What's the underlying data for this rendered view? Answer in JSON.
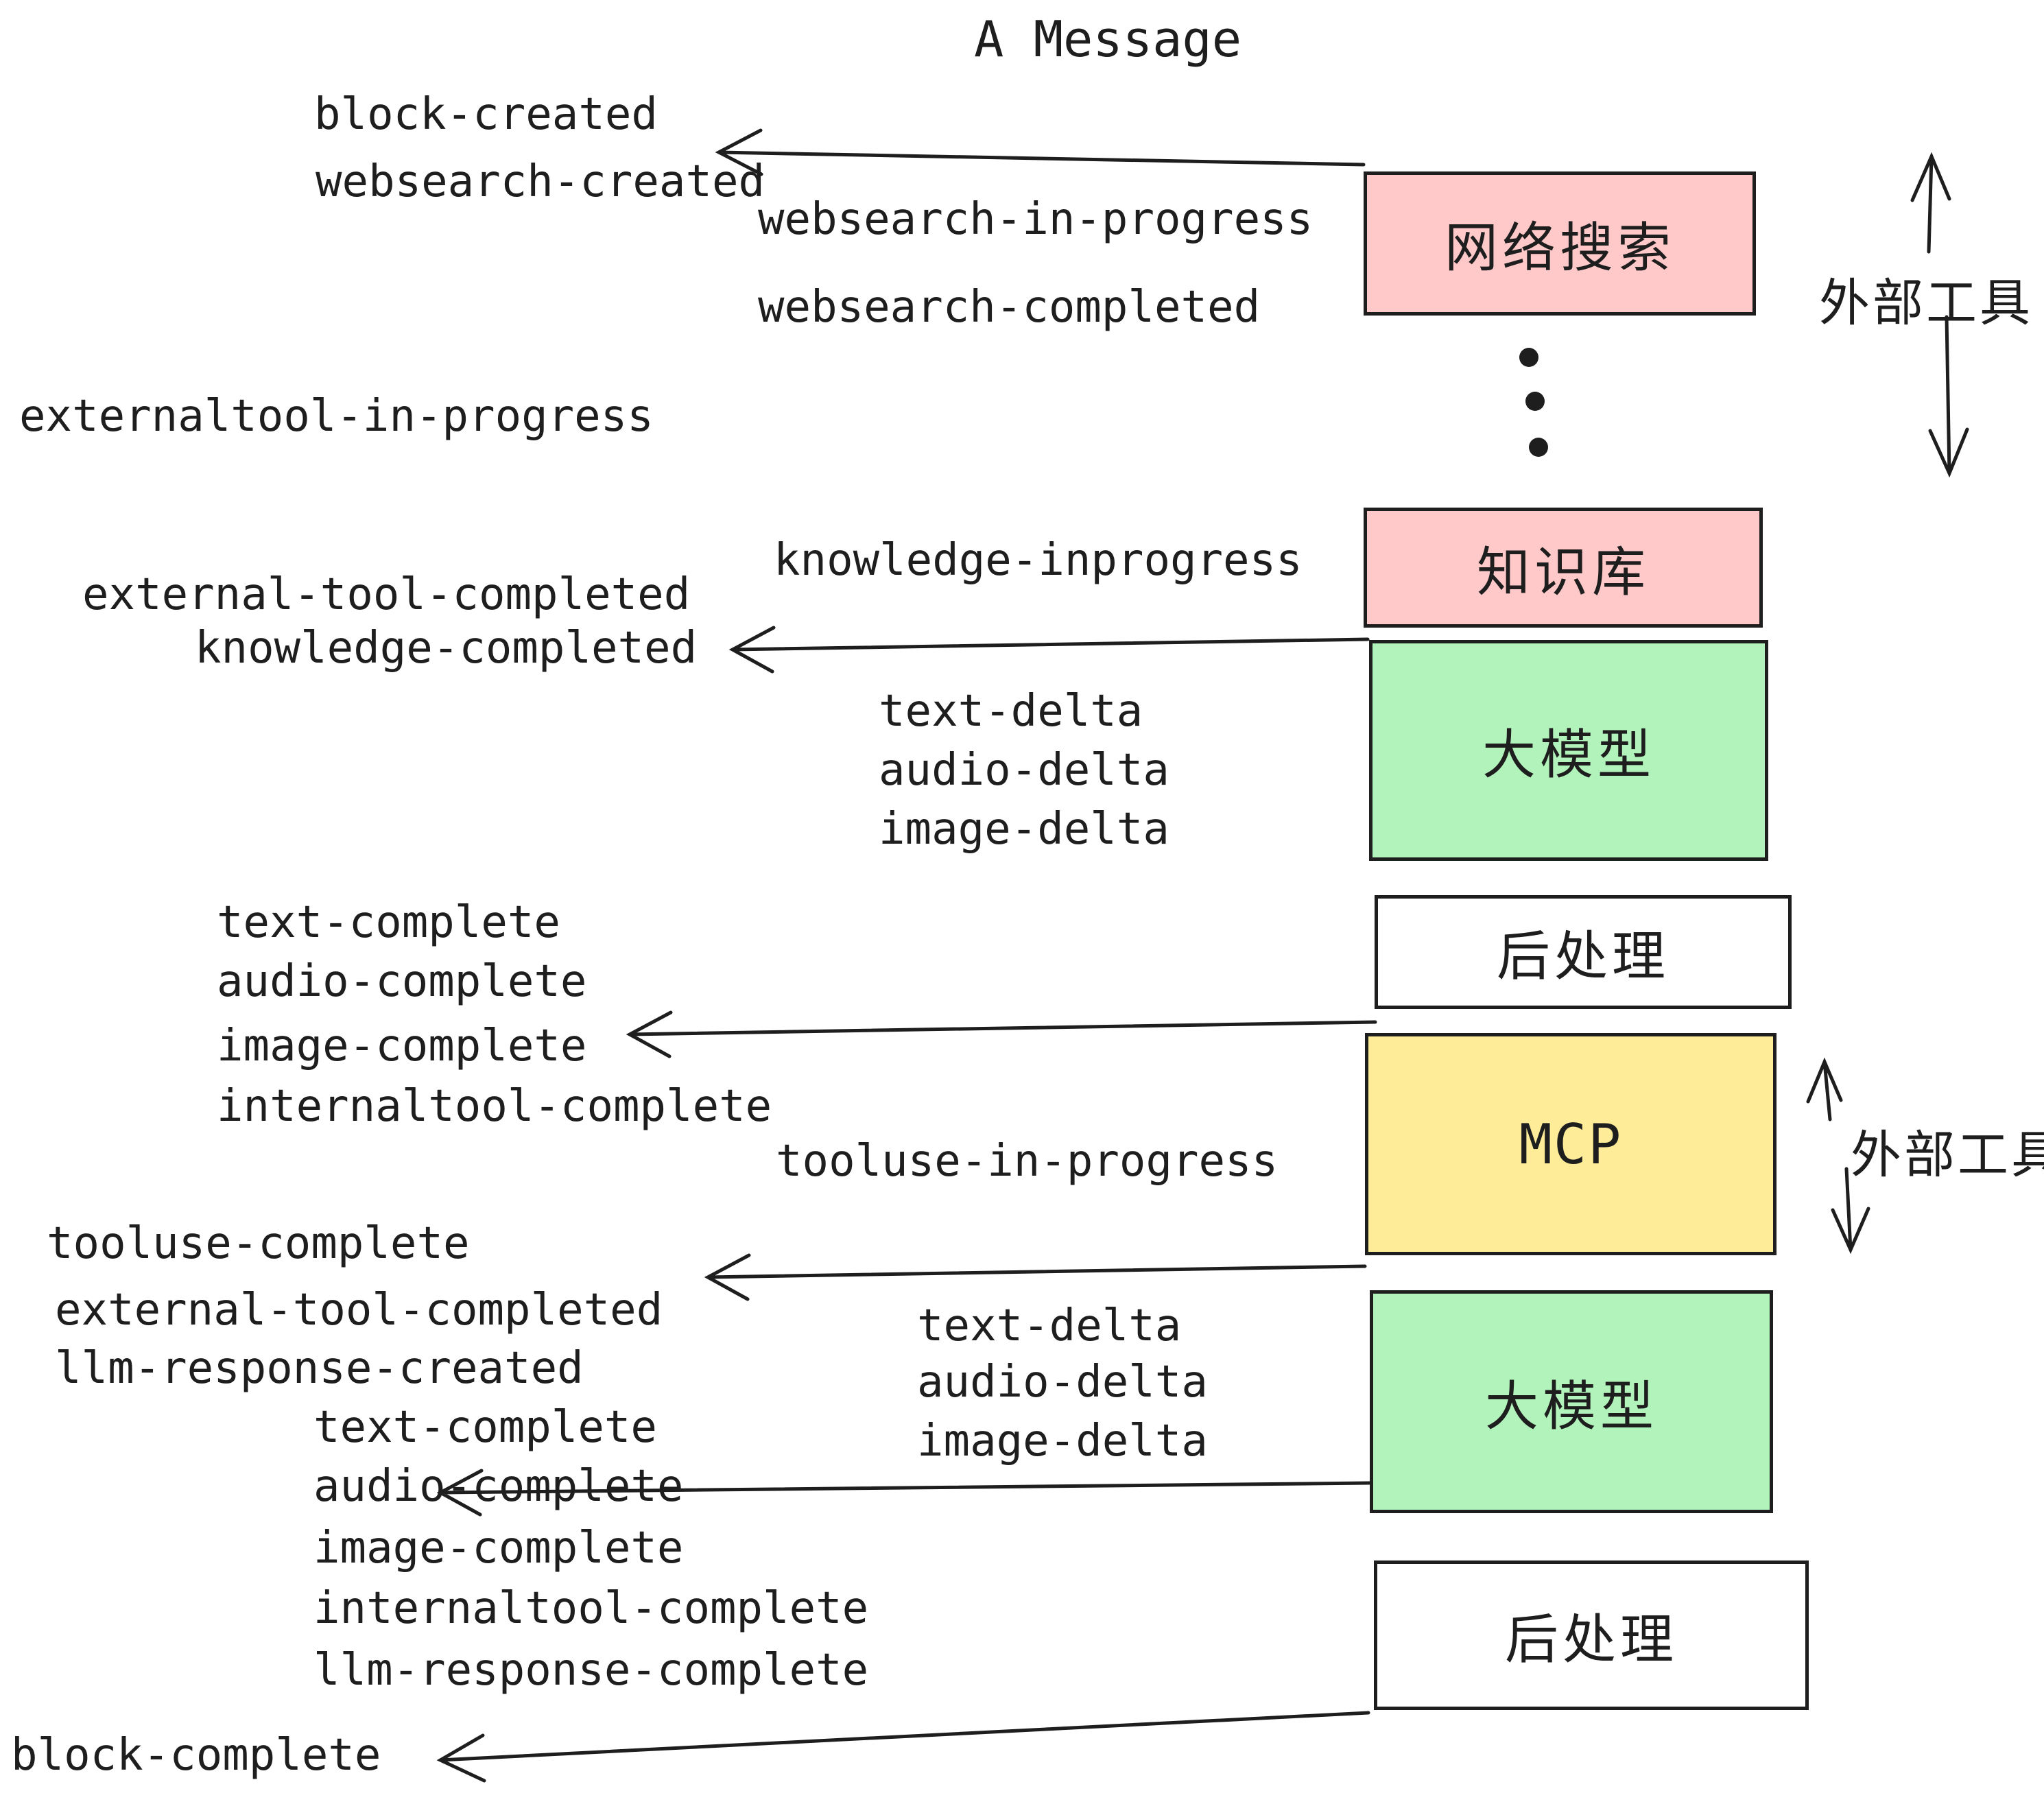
{
  "title": "A Message",
  "events": {
    "block_created": "block-created",
    "websearch_created": "websearch-created",
    "websearch_in_progress": "websearch-in-progress",
    "websearch_completed": "websearch-completed",
    "externaltool_in_progress": "externaltool-in-progress",
    "external_tool_completed": "external-tool-completed",
    "knowledge_completed": "knowledge-completed",
    "knowledge_inprogress": "knowledge-inprogress",
    "delta1": [
      "text-delta",
      "audio-delta",
      "image-delta"
    ],
    "complete1": [
      "text-complete",
      "audio-complete",
      "image-complete",
      "internaltool-complete"
    ],
    "tooluse_in_progress": "tooluse-in-progress",
    "tooluse_complete": "tooluse-complete",
    "external_tool_completed2": "external-tool-completed",
    "llm_response_created": "llm-response-created",
    "delta2": [
      "text-delta",
      "audio-delta",
      "image-delta"
    ],
    "complete2": [
      "text-complete",
      "audio-complete",
      "image-complete",
      "internaltool-complete",
      "llm-response-complete"
    ],
    "block_complete": "block-complete"
  },
  "boxes": {
    "websearch": "网络搜索",
    "knowledge": "知识库",
    "llm1": "大模型",
    "post1": "后处理",
    "mcp": "MCP",
    "llm2": "大模型",
    "post2": "后处理"
  },
  "side": {
    "external_tools_1": "外部工具",
    "external_tools_2": "外部工具"
  },
  "colors": {
    "pink": "#ffc9c9",
    "green": "#b2f2bb",
    "yellow": "#ffec99",
    "stroke": "#1e1e1e",
    "background": "#ffffff"
  }
}
